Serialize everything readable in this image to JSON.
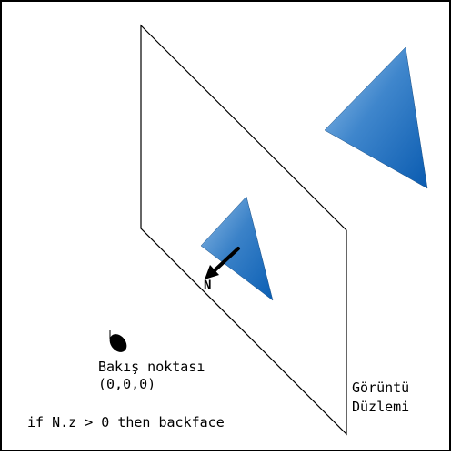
{
  "labels": {
    "normal": "N",
    "viewpoint_line1": "Bakış noktası",
    "viewpoint_line2": "(0,0,0)",
    "plane_line1": "Görüntü",
    "plane_line2": "Düzlemi",
    "condition": "if N.z > 0 then backface"
  },
  "colors": {
    "triangle_light": "#8fbce6",
    "triangle_mid": "#3f86cc",
    "triangle_dark": "#0a5bb0",
    "outline": "#000000",
    "background": "#ffffff"
  },
  "icons": {
    "eye": "eye-icon",
    "arrow": "normal-arrow-icon"
  }
}
